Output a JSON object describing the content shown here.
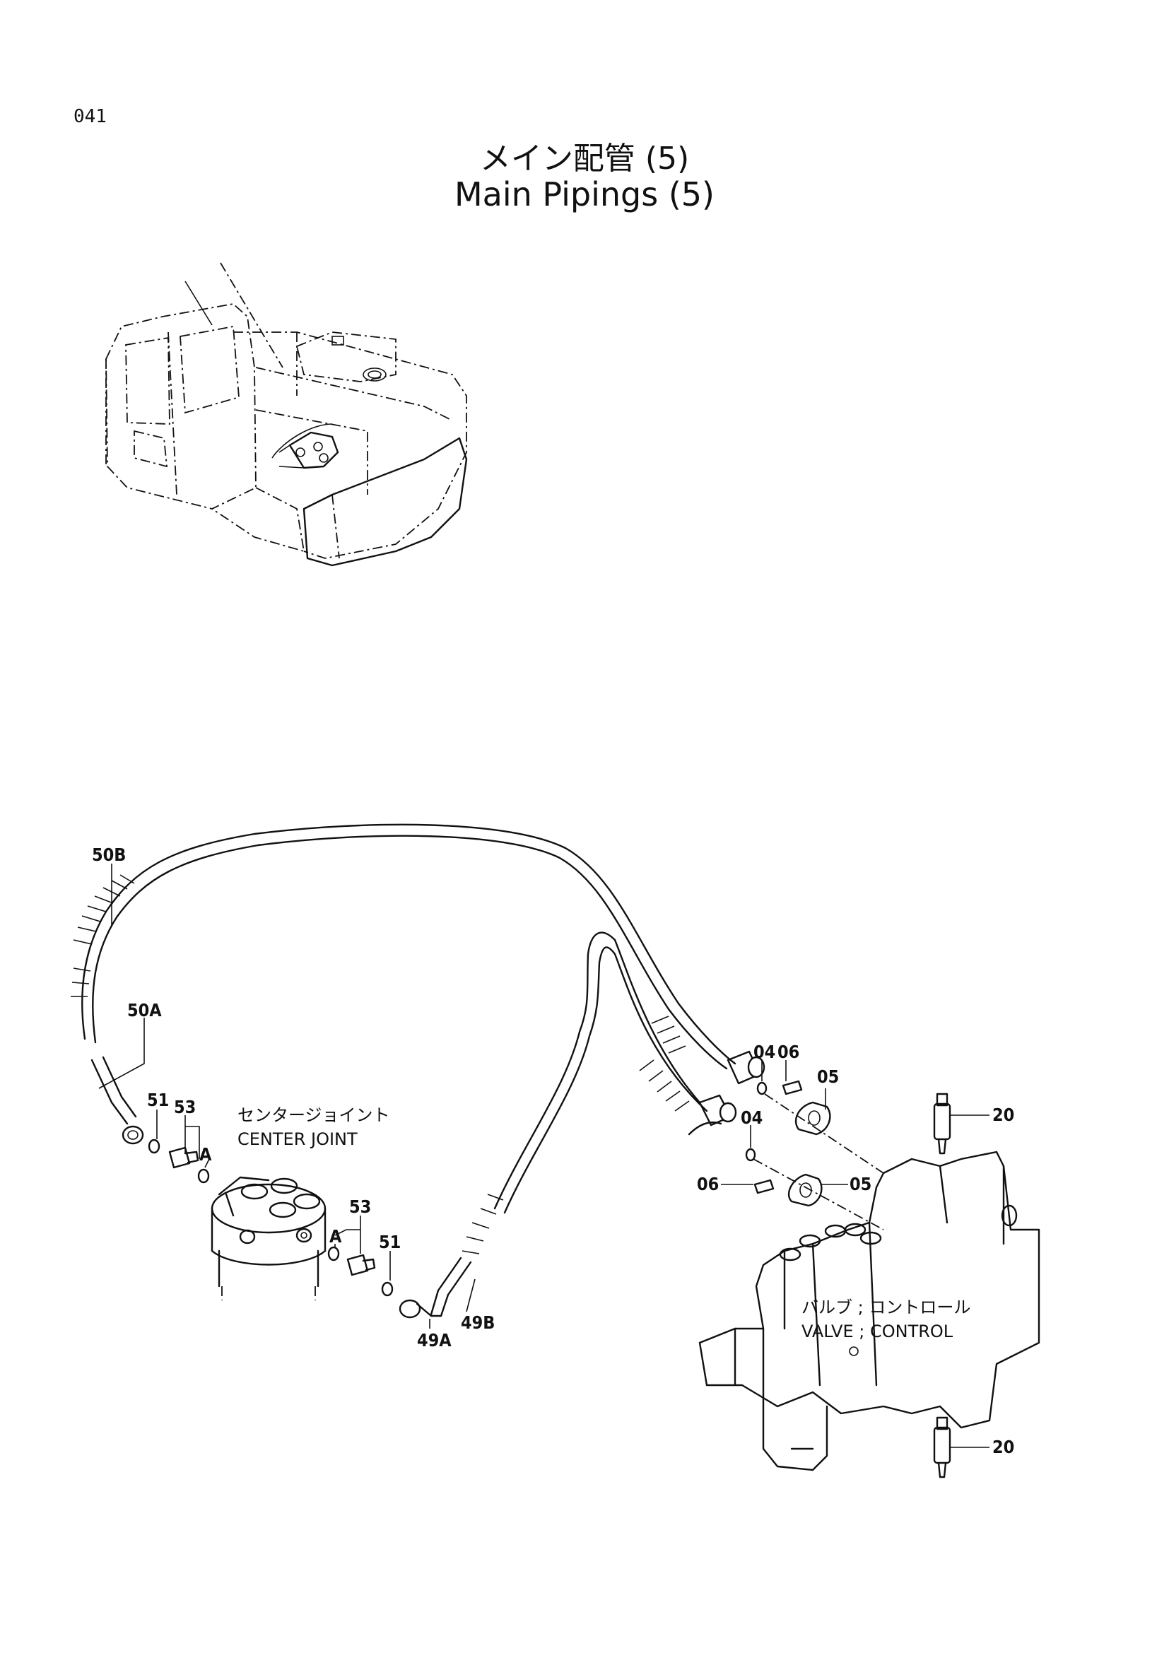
{
  "page_number": "041",
  "title_jp": "メイン配管 (5)",
  "title_en": "Main Pipings (5)",
  "callouts": {
    "c50B": "50B",
    "c50A": "50A",
    "c51a": "51",
    "c53a": "53",
    "cAa": "A",
    "c53b": "53",
    "cAb": "A",
    "c51b": "51",
    "c49A": "49A",
    "c49B": "49B",
    "c04a": "04",
    "c06a": "06",
    "c05a": "05",
    "c04b": "04",
    "c06b": "06",
    "c05b": "05",
    "c20a": "20",
    "c20b": "20"
  },
  "captions": {
    "center_joint_jp": "センタージョイント",
    "center_joint_en": "CENTER JOINT",
    "valve_jp": "バルブ ; コントロール",
    "valve_en": "VALVE ; CONTROL"
  }
}
